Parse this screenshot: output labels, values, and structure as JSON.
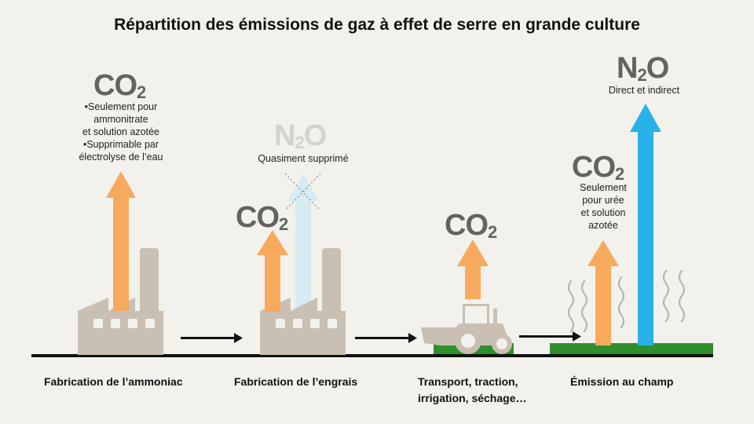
{
  "title": "Répartition des émissions de gaz à effet de serre en grande culture",
  "colors": {
    "co2_arrow": "#f7a95e",
    "n2o_arrow": "#29b2ea",
    "n2o_faded": "#d6ecf1",
    "building": "#c9c0b3",
    "grass": "#2f8f2c",
    "gas_text": "#636363",
    "ground": "#111111"
  },
  "stages": [
    {
      "label": "Fabrication de l’ammoniac",
      "icon": "factory-icon",
      "emissions": [
        {
          "gas": "CO",
          "sub": "2",
          "notes": [
            "•Seulement pour",
            "ammonitrate",
            "et solution azotée",
            "•Supprimable par",
            "électrolyse de l’eau"
          ]
        }
      ]
    },
    {
      "label": "Fabrication de l’engrais",
      "icon": "factory-icon",
      "emissions": [
        {
          "gas": "CO",
          "sub": "2"
        },
        {
          "gas": "N",
          "sub": "2",
          "suffix": "O",
          "note": "Quasiment supprimé",
          "crossed_out": true
        }
      ]
    },
    {
      "label_lines": [
        "Transport, traction,",
        "irrigation, séchage…"
      ],
      "icon": "tractor-icon",
      "emissions": [
        {
          "gas": "CO",
          "sub": "2"
        }
      ]
    },
    {
      "label": "Émission au champ",
      "icon": "field-icon",
      "emissions": [
        {
          "gas": "CO",
          "sub": "2",
          "notes": [
            "Seulement",
            "pour urée",
            "et solution",
            "azotée"
          ]
        },
        {
          "gas": "N",
          "sub": "2",
          "suffix": "O",
          "note": "Direct et indirect"
        }
      ]
    }
  ]
}
